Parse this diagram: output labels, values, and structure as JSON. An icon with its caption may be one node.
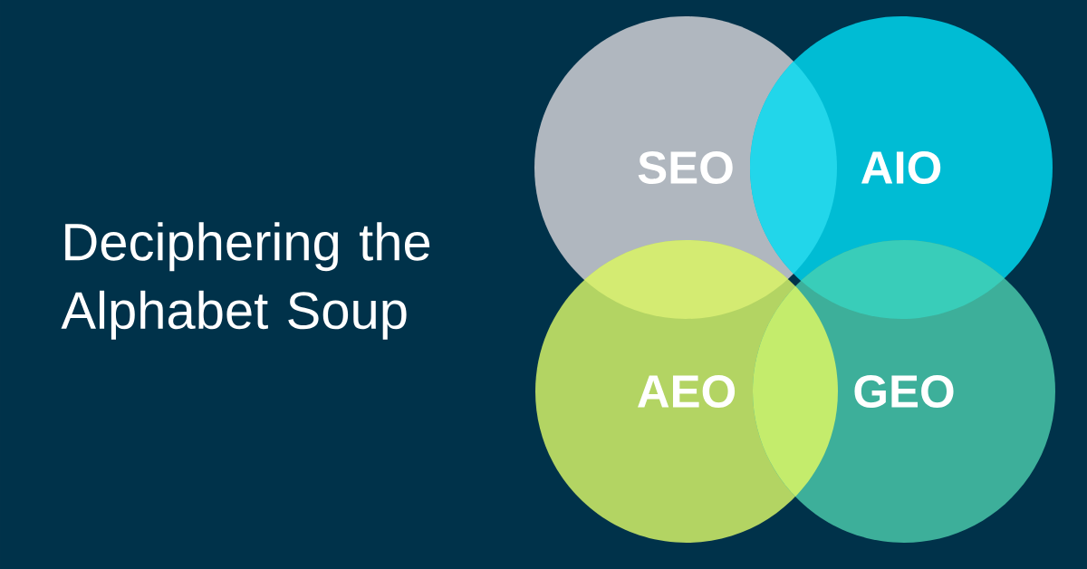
{
  "diagram": {
    "title": "Deciphering the Alphabet Soup",
    "nodes": [
      {
        "text": [
          "SEO"
        ]
      },
      {
        "text": [
          "AIO"
        ]
      },
      {
        "text": [
          "AEO"
        ]
      },
      {
        "text": [
          "GEO"
        ]
      }
    ]
  }
}
